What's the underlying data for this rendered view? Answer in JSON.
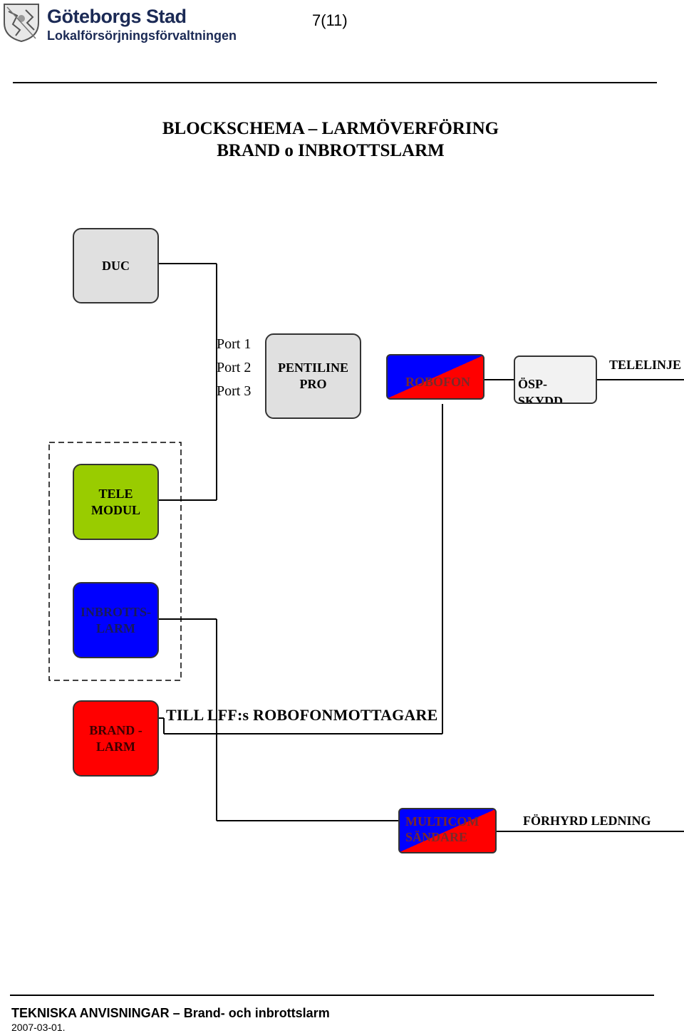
{
  "header": {
    "org_name": "Göteborgs Stad",
    "org_sub": "Lokalförsörjningsförvaltningen",
    "page_number": "7(11)"
  },
  "title": {
    "line1": "BLOCKSCHEMA – LARMÖVERFÖRING",
    "line2": "BRAND o INBROTTSLARM"
  },
  "blocks": {
    "duc": "DUC",
    "ports": [
      "Port 1",
      "Port 2",
      "Port 3"
    ],
    "pentiline_line1": "PENTILINE",
    "pentiline_line2": "PRO",
    "robofon": "ROBOFON",
    "overvoltage_line1": "ÖSP-",
    "overvoltage_line2": "SKYDD",
    "teleline": "TELELINJE",
    "telemodul_line1": "TELE",
    "telemodul_line2": "MODUL",
    "intrusion_line1": "INBROTTS-",
    "intrusion_line2": "LARM",
    "fire_line1": "BRAND -",
    "fire_line2": "LARM",
    "receiver_label": "TILL LFF:s ROBOFONMOTTAGARE",
    "multicom_line1": "MULTICOM",
    "multicom_line2": "SÄNDARE",
    "leased_line": "FÖRHYRD LEDNING"
  },
  "colors": {
    "duc": "#e0e0e0",
    "telemodul": "#99cc00",
    "intrusion": "#0000ff",
    "fire": "#ff0000"
  },
  "footer": {
    "title": "TEKNISKA ANVISNINGAR – Brand- och inbrottslarm",
    "date": "2007-03-01."
  }
}
